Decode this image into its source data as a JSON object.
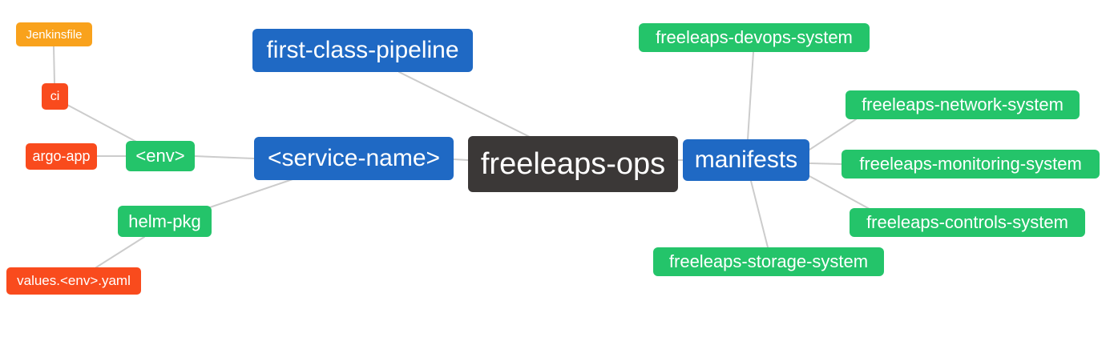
{
  "diagram": {
    "type": "mindmap",
    "root": "freeleaps-ops"
  },
  "palette": {
    "blue": "#1f69c4",
    "green": "#24c46a",
    "orange": "#f9a21c",
    "red": "#f94b1d",
    "dark": "#3b3837",
    "edge_line": "#cccccc",
    "node_text": "#ffffff",
    "background": "#ffffff"
  },
  "nodes": {
    "jenkinsfile": {
      "label": "Jenkinsfile",
      "color": "#f9a21c"
    },
    "ci": {
      "label": "ci",
      "color": "#f94b1d"
    },
    "argo_app": {
      "label": "argo-app",
      "color": "#f94b1d"
    },
    "env": {
      "label": "<env>",
      "color": "#24c46a"
    },
    "helm_pkg": {
      "label": "helm-pkg",
      "color": "#24c46a"
    },
    "values_env_yaml": {
      "label": "values.<env>.yaml",
      "color": "#f94b1d"
    },
    "first_class_pipeline": {
      "label": "first-class-pipeline",
      "color": "#1f69c4"
    },
    "service_name": {
      "label": "<service-name>",
      "color": "#1f69c4"
    },
    "freeleaps_ops": {
      "label": "freeleaps-ops",
      "color": "#3b3837"
    },
    "manifests": {
      "label": "manifests",
      "color": "#1f69c4"
    },
    "devops_system": {
      "label": "freeleaps-devops-system",
      "color": "#24c46a"
    },
    "network_system": {
      "label": "freeleaps-network-system",
      "color": "#24c46a"
    },
    "monitoring_system": {
      "label": "freeleaps-monitoring-system",
      "color": "#24c46a"
    },
    "controls_system": {
      "label": "freeleaps-controls-system",
      "color": "#24c46a"
    },
    "storage_system": {
      "label": "freeleaps-storage-system",
      "color": "#24c46a"
    }
  },
  "edges": [
    [
      "jenkinsfile",
      "ci"
    ],
    [
      "ci",
      "env"
    ],
    [
      "argo_app",
      "env"
    ],
    [
      "env",
      "service_name"
    ],
    [
      "helm_pkg",
      "service_name"
    ],
    [
      "values_env_yaml",
      "helm_pkg"
    ],
    [
      "first_class_pipeline",
      "freeleaps_ops"
    ],
    [
      "service_name",
      "freeleaps_ops"
    ],
    [
      "freeleaps_ops",
      "manifests"
    ],
    [
      "manifests",
      "devops_system"
    ],
    [
      "manifests",
      "network_system"
    ],
    [
      "manifests",
      "monitoring_system"
    ],
    [
      "manifests",
      "controls_system"
    ],
    [
      "manifests",
      "storage_system"
    ]
  ]
}
